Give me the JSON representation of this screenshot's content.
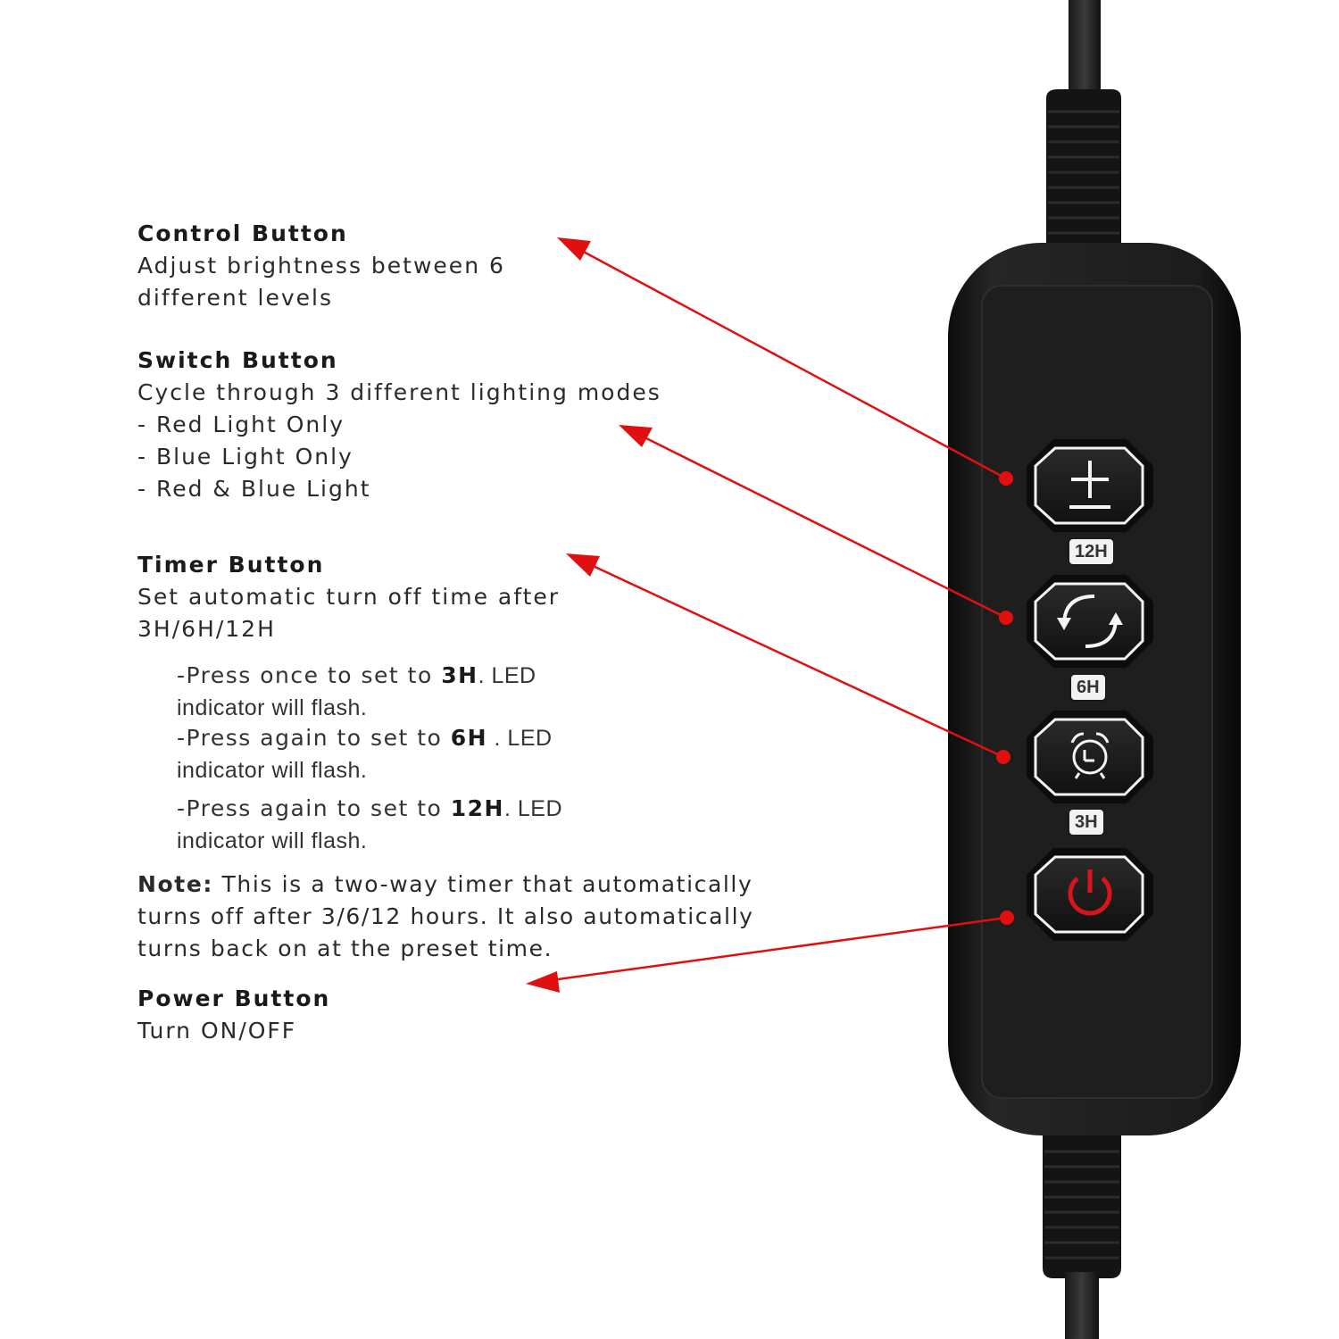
{
  "control": {
    "title": "Control Button",
    "lines": [
      "Adjust brightness between 6",
      "different levels"
    ]
  },
  "switch": {
    "title": "Switch Button",
    "lines": [
      "Cycle through 3 different lighting modes",
      "- Red Light Only",
      "- Blue Light Only",
      "- Red & Blue Light"
    ]
  },
  "timer": {
    "title": "Timer Button",
    "lines": [
      "Set automatic turn off time after",
      "3H/6H/12H"
    ],
    "steps": [
      {
        "prefix": "-Press once to set to ",
        "value": "3H",
        "suffix": ".  LED",
        "line2": "indicator will flash."
      },
      {
        "prefix": "-Press again to set to ",
        "value": "6H",
        "suffix": " . LED",
        "line2": "indicator will flash."
      },
      {
        "prefix": "-Press again to set to ",
        "value": "12H",
        "suffix": ". LED",
        "line2": "indicator will flash."
      }
    ]
  },
  "note": {
    "label": "Note:",
    "line1": " This is a two-way timer that automatically",
    "line2": "turns off after 3/6/12 hours. It also automatically",
    "line3": "turns back on at the preset time."
  },
  "power": {
    "title": "Power Button",
    "lines": [
      "Turn ON/OFF"
    ]
  },
  "device": {
    "tag_12h": "12H",
    "tag_6h": "6H",
    "tag_3h": "3H"
  },
  "colors": {
    "arrow": "#e01010",
    "device_body": "#141414",
    "power_icon": "#d8141c"
  },
  "icons": [
    "plus-minus-icon",
    "cycle-arrows-icon",
    "alarm-clock-icon",
    "power-icon"
  ]
}
